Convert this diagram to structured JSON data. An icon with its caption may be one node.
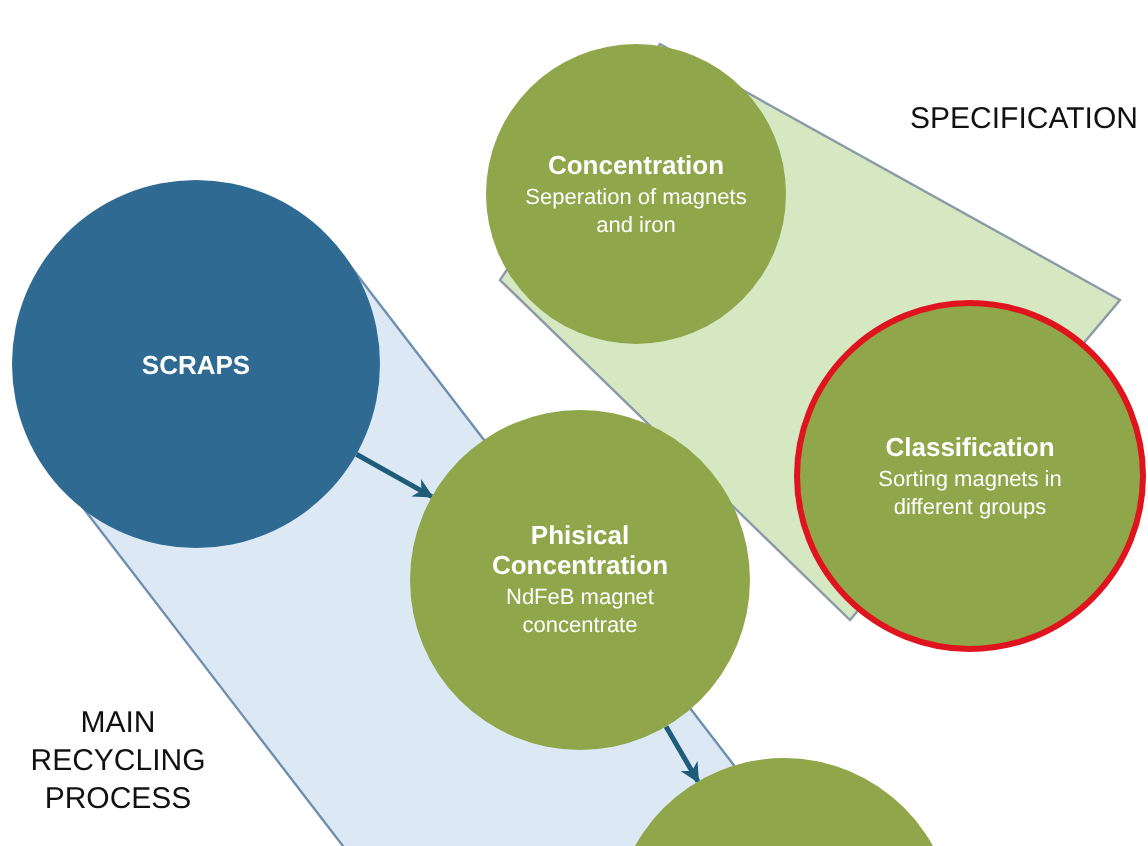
{
  "diagram": {
    "nodes": [
      {
        "text": [
          "Concentration",
          "Seperation of magnets and iron"
        ]
      },
      {
        "text": [
          "SCRAPS"
        ]
      },
      {
        "text": [
          "Classification",
          "Sorting magnets in different groups"
        ]
      },
      {
        "text": [
          "Phisical Concentration",
          "NdFeB magnet concentrate"
        ]
      },
      {
        "text": [],
        "shape": "circle"
      }
    ],
    "edges": [
      {
        "from": 1,
        "to": 3,
        "arrow": "to"
      },
      {
        "from": 3,
        "to": 4,
        "arrow": "to"
      }
    ],
    "labels": [
      "SPECIFICATION",
      "MAIN RECYCLING PROCESS"
    ]
  }
}
